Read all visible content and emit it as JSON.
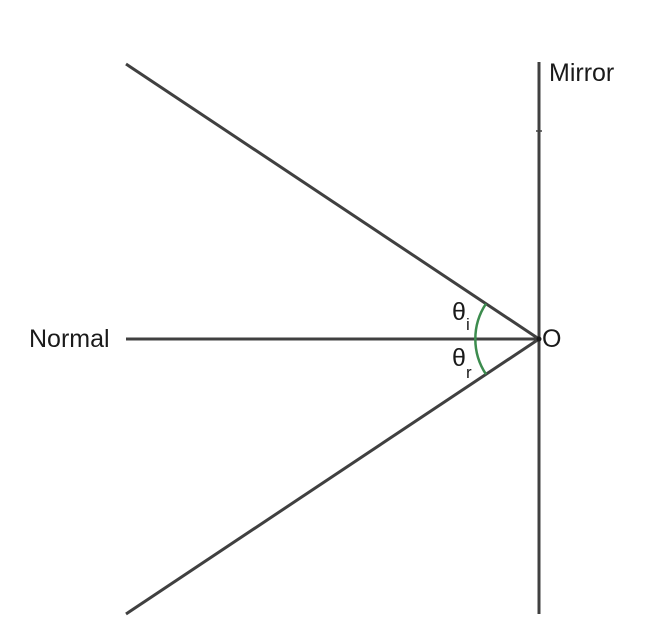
{
  "labels": {
    "mirror": "Mirror",
    "normal": "Normal",
    "point": "O",
    "incidence_symbol": "θ",
    "incidence_subscript": "i",
    "reflection_symbol": "θ",
    "reflection_subscript": "r"
  },
  "colors": {
    "line": "#404040",
    "angle_arc": "#3c8c4e",
    "text": "#1a1a1a"
  }
}
